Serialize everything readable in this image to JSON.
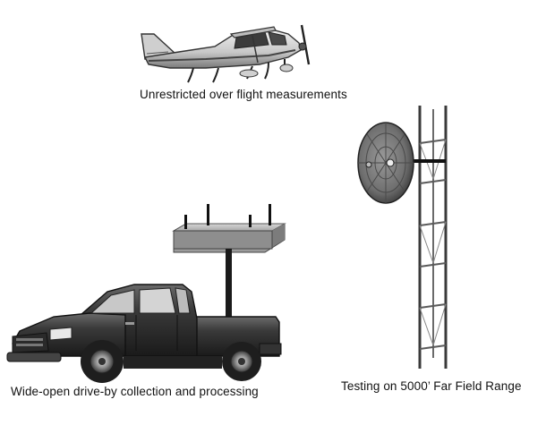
{
  "captions": {
    "airplane": "Unrestricted over flight measurements",
    "truck": "Wide-open drive-by collection and processing",
    "tower": "Testing on 5000’ Far Field Range"
  },
  "icons": {
    "airplane": "airplane-illustration",
    "truck": "pickup-truck-with-antenna-platform",
    "tower": "lattice-tower-with-dish-antenna"
  }
}
